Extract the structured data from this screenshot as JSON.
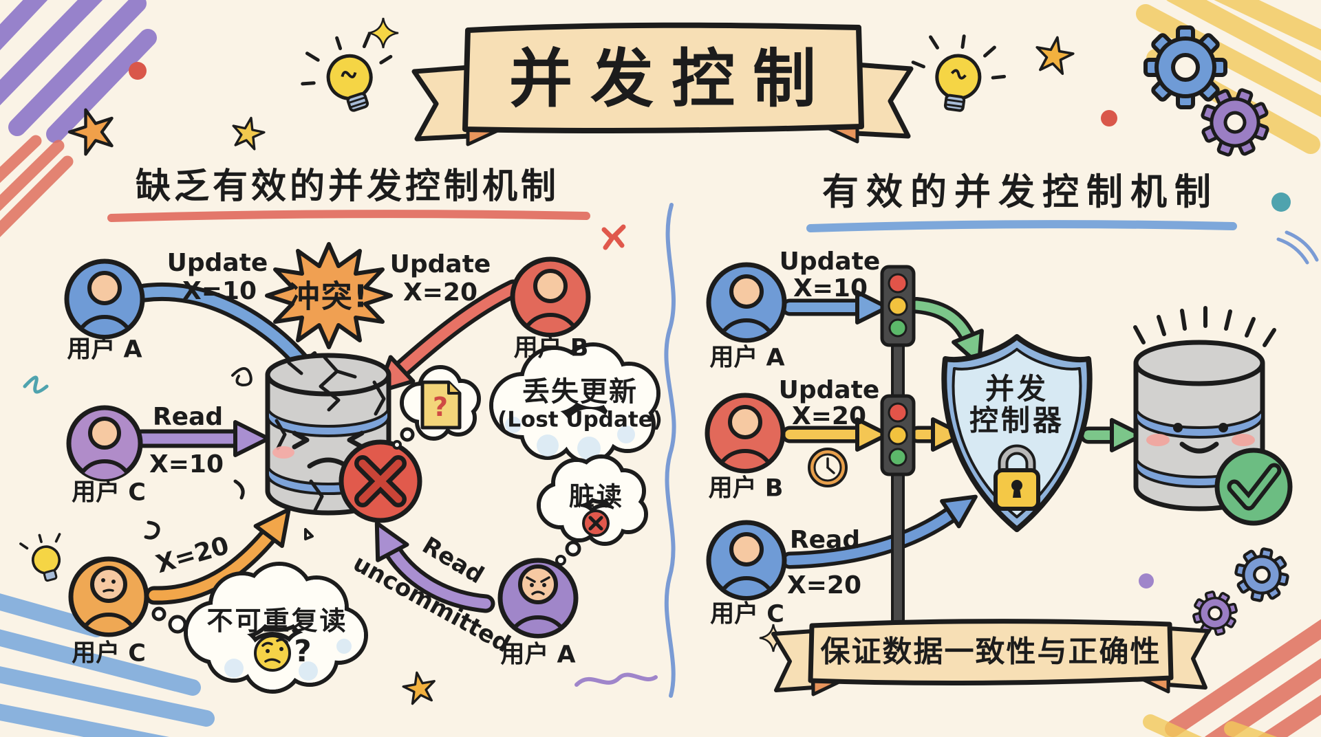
{
  "title": "并发控制",
  "left_panel": {
    "heading": "缺乏有效的并发控制机制",
    "conflict_burst": "冲突!",
    "user_a_top": "用户 A",
    "user_b": "用户 B",
    "user_c_mid": "用户 C",
    "user_c_bottom": "用户 C",
    "user_a_bottom": "用户 A",
    "arrow_a_line1": "Update",
    "arrow_a_line2": "X=10",
    "arrow_b_line1": "Update",
    "arrow_b_line2": "X=20",
    "arrow_read_label": "Read",
    "arrow_read_value": "X=10",
    "arrow_orange_value": "X=20",
    "arrow_uncommitted_line1": "Read",
    "arrow_uncommitted_line2": "uncommitted",
    "doc_question_mark": "?",
    "cloud_lost_update_zh": "丢失更新",
    "cloud_lost_update_en": "(Lost Update)",
    "bubble_dirty_read": "脏读",
    "cloud_non_repeatable": "不可重复读",
    "cloud_non_repeatable_q": "?"
  },
  "right_panel": {
    "heading": "有效的并发控制机制",
    "user_a": "用户 A",
    "user_b": "用户 B",
    "user_c": "用户 C",
    "arrow_a_line1": "Update",
    "arrow_a_line2": "X=10",
    "arrow_b_line1": "Update",
    "arrow_b_line2": "X=20",
    "arrow_c_line1": "Read",
    "arrow_c_line2": "X=20",
    "shield_line1": "并发",
    "shield_line2": "控制器",
    "banner": "保证数据一致性与正确性"
  },
  "colors": {
    "background": "#FAF3E6",
    "ink": "#1C1C1C",
    "banner_tan": "#F7DFB5",
    "banner_fold_orange": "#E8955C",
    "user_blue": "#6F9BD6",
    "user_red": "#E2695A",
    "user_purple": "#B08CC9",
    "user_purple_dark": "#A086C9",
    "user_orange": "#EFA854",
    "skin": "#F6C9A2",
    "burst_orange": "#F0A052",
    "db_gray": "#D0CFCD",
    "db_band_blue": "#7DA3D9",
    "error_red": "#E15A4C",
    "check_green": "#6CBD82",
    "shield_rim_blue": "#8FB3DC",
    "shield_fill": "#D7E9F3",
    "lock_yellow": "#F4C846",
    "traffic_red": "#E25449",
    "traffic_yellow": "#F2C23E",
    "traffic_green": "#5CB86A",
    "underline_red": "#E0695C",
    "underline_blue": "#6F9FD8",
    "arrow_yellow": "#F4C653",
    "arrow_green": "#7CC68A"
  }
}
